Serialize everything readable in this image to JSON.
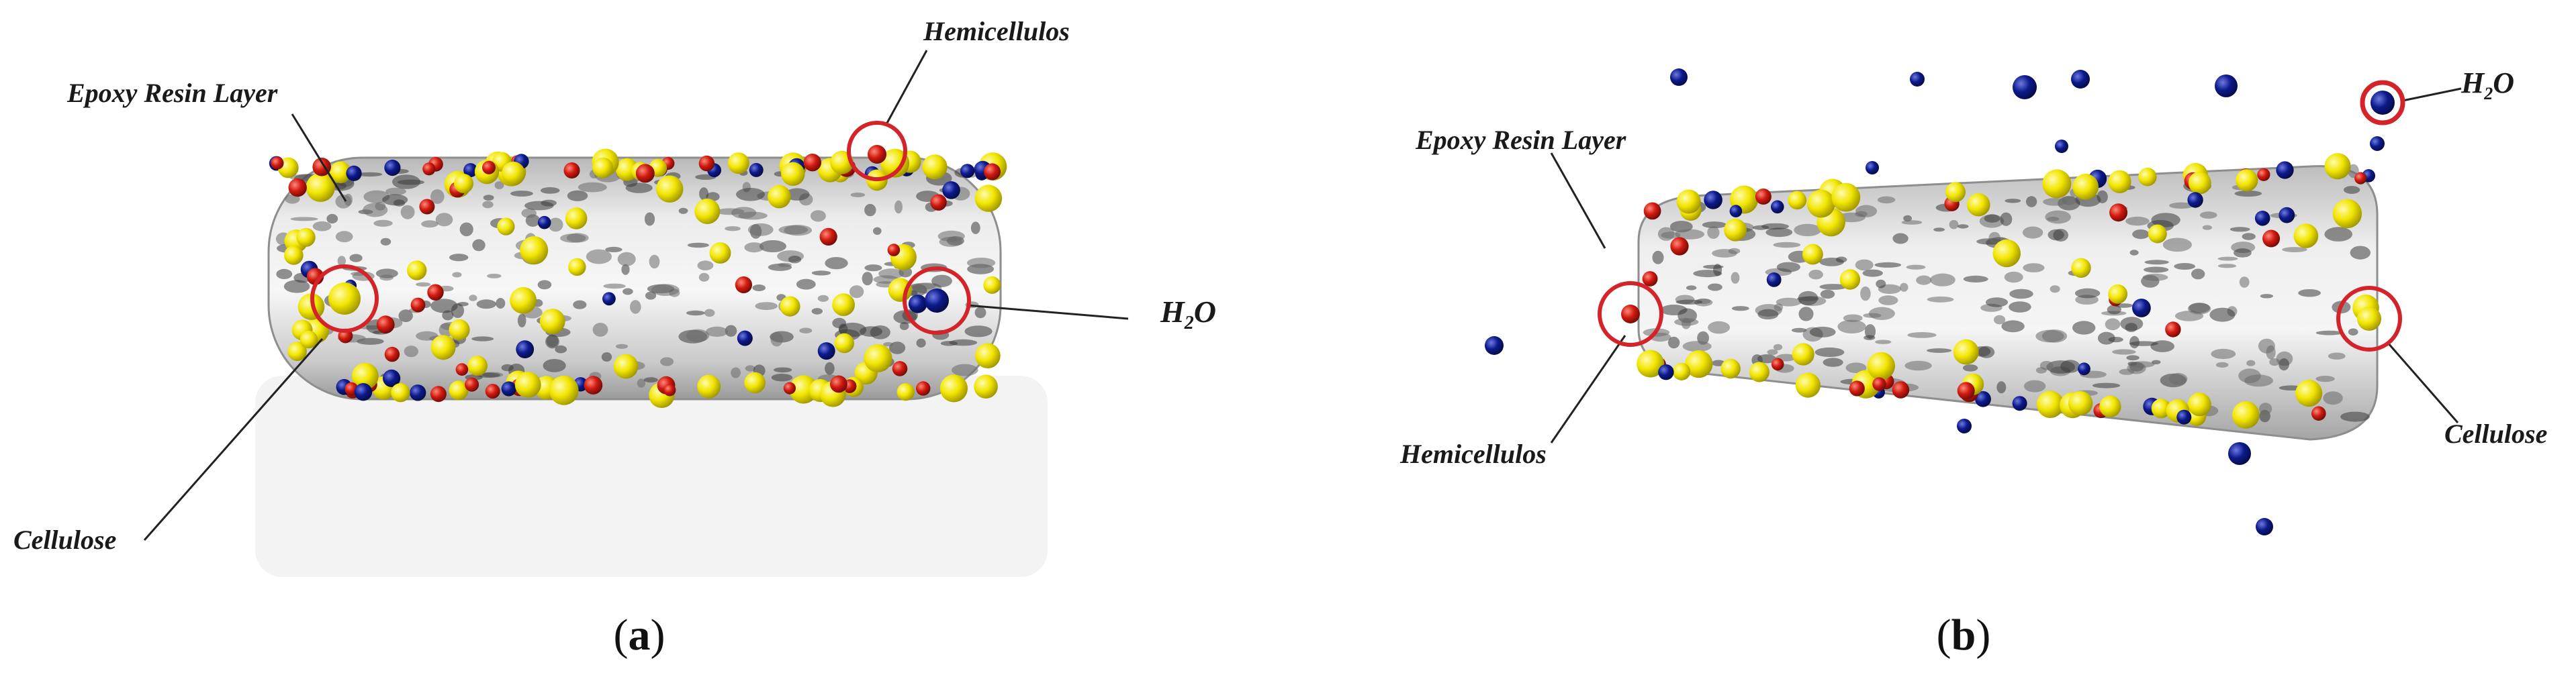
{
  "panels": [
    {
      "id": "a",
      "caption_open": "(",
      "caption_letter": "a",
      "caption_close": ")",
      "labels": {
        "epoxy": "Epoxy Resin Layer",
        "hemicellulose": "Hemicellulos",
        "water_base": "H",
        "water_sub": "2",
        "water_tail": "O",
        "cellulose": "Cellulose"
      }
    },
    {
      "id": "b",
      "caption_open": "(",
      "caption_letter": "b",
      "caption_close": ")",
      "labels": {
        "epoxy": "Epoxy Resin Layer",
        "hemicellulose": "Hemicellulos",
        "water_base": "H",
        "water_sub": "2",
        "water_tail": "O",
        "cellulose": "Cellulose"
      }
    }
  ],
  "colors": {
    "cellulose": "#f2e600",
    "hemicellulose": "#d11a10",
    "water": "#0c1a8c",
    "highlight_circle": "#d4242a",
    "resin": "#d9d9d9"
  }
}
